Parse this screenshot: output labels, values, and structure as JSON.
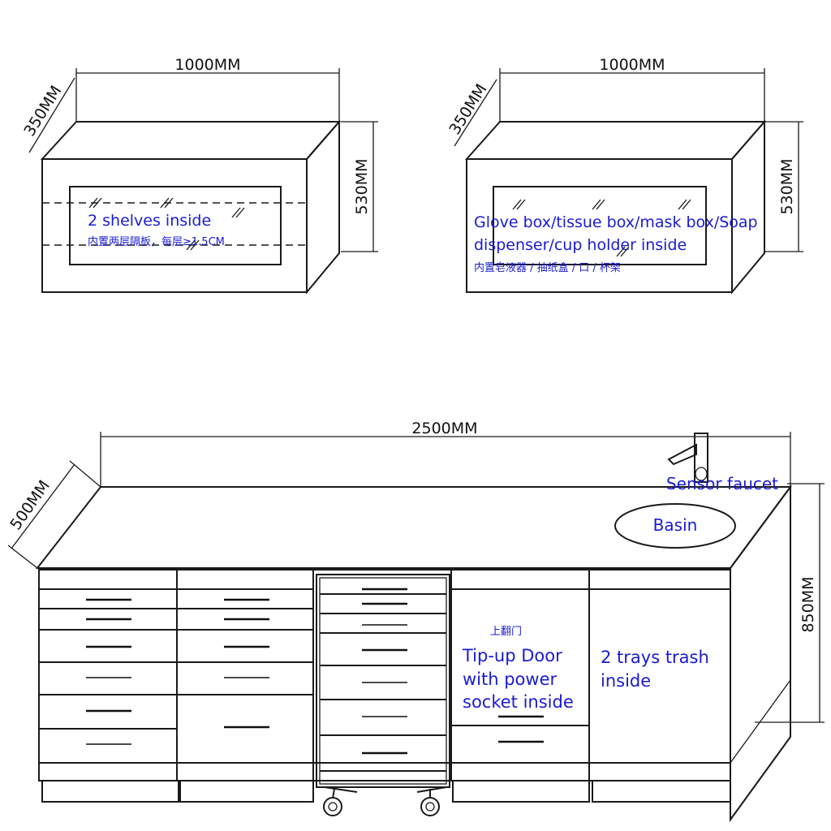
{
  "wall_cabinet_left": {
    "width_dim": "1000MM",
    "depth_dim": "350MM",
    "height_dim": "530MM",
    "label_en": "2 shelves inside",
    "label_cn": "内置两层隔板，每层≥1.5CM"
  },
  "wall_cabinet_right": {
    "width_dim": "1000MM",
    "depth_dim": "350MM",
    "height_dim": "530MM",
    "label_en_line1": "Glove box/tissue box/mask box/Soap",
    "label_en_line2": "dispenser/cup holder inside",
    "label_cn": "内置皂液器 / 抽纸盒 / 口 / 杯架"
  },
  "floor_cabinet": {
    "width_dim": "2500MM",
    "depth_dim": "500MM",
    "height_dim": "850MM",
    "faucet_label": "Sensor faucet",
    "basin_label": "Basin",
    "tipup_cn": "上翻门",
    "tipup_line1": "Tip-up Door",
    "tipup_line2": "with power",
    "tipup_line3": "socket inside",
    "trash_line1": "2 trays trash",
    "trash_line2": "inside"
  }
}
